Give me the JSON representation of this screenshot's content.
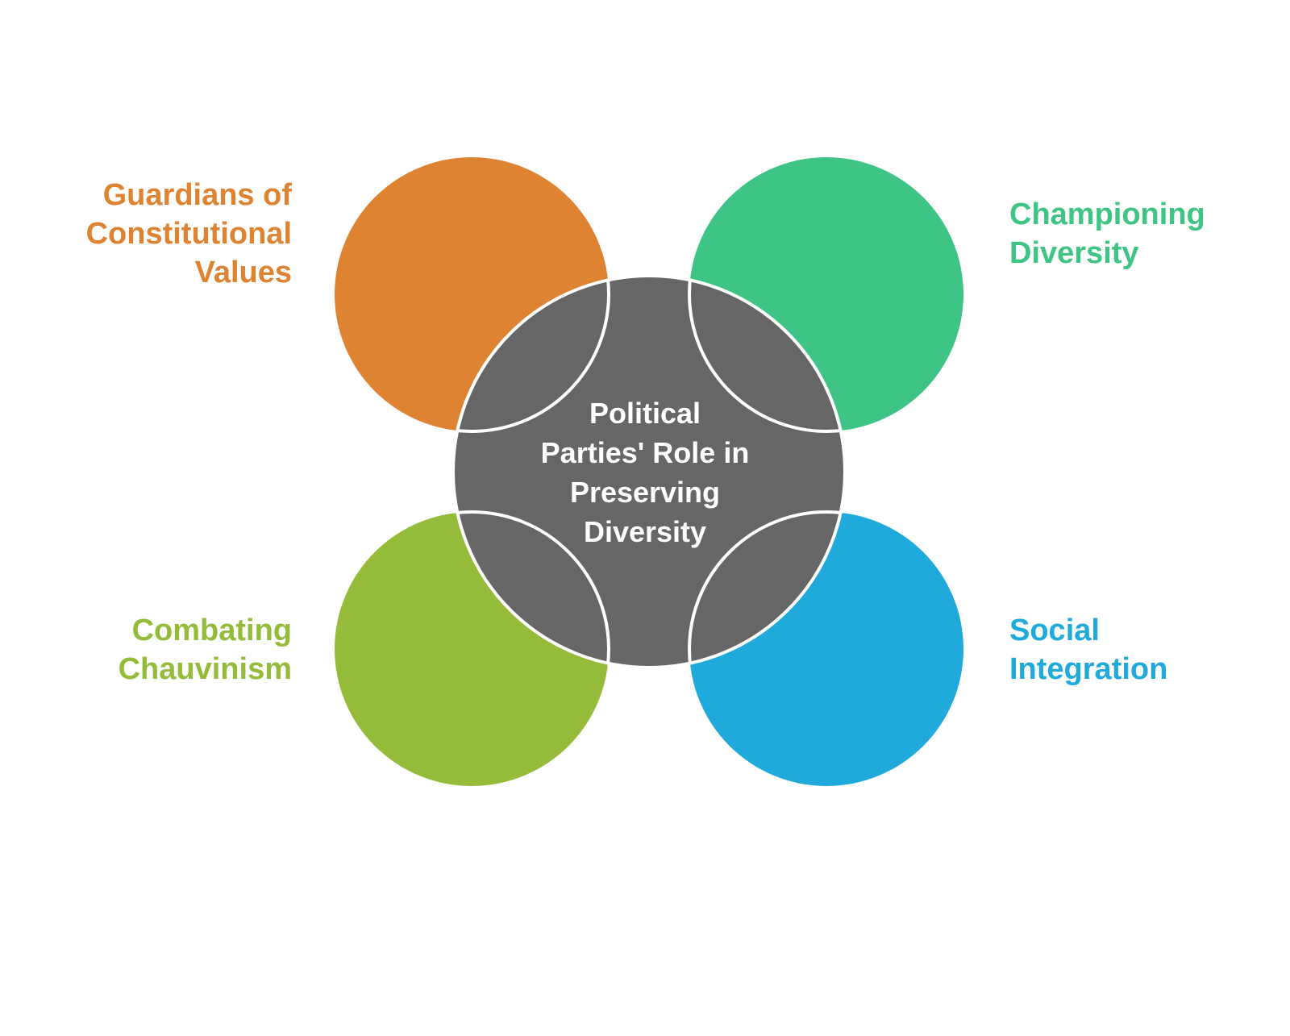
{
  "center": {
    "lines": [
      "Political",
      "Parties' Role in",
      "Preserving",
      "Diversity"
    ],
    "color": "#666666"
  },
  "nodes": [
    {
      "id": "guardians",
      "lines": [
        "Guardians of",
        "Constitutional ",
        "Values"
      ],
      "color": "#DE8331"
    },
    {
      "id": "championing",
      "lines": [
        "Championing",
        "Diversity"
      ],
      "color": "#3EC484"
    },
    {
      "id": "combating",
      "lines": [
        "Combating",
        "Chauvinism"
      ],
      "color": "#94BC3A"
    },
    {
      "id": "social",
      "lines": [
        "Social",
        "Integration"
      ],
      "color": "#1FAADB"
    }
  ],
  "outline_color": "#FFFFFF"
}
